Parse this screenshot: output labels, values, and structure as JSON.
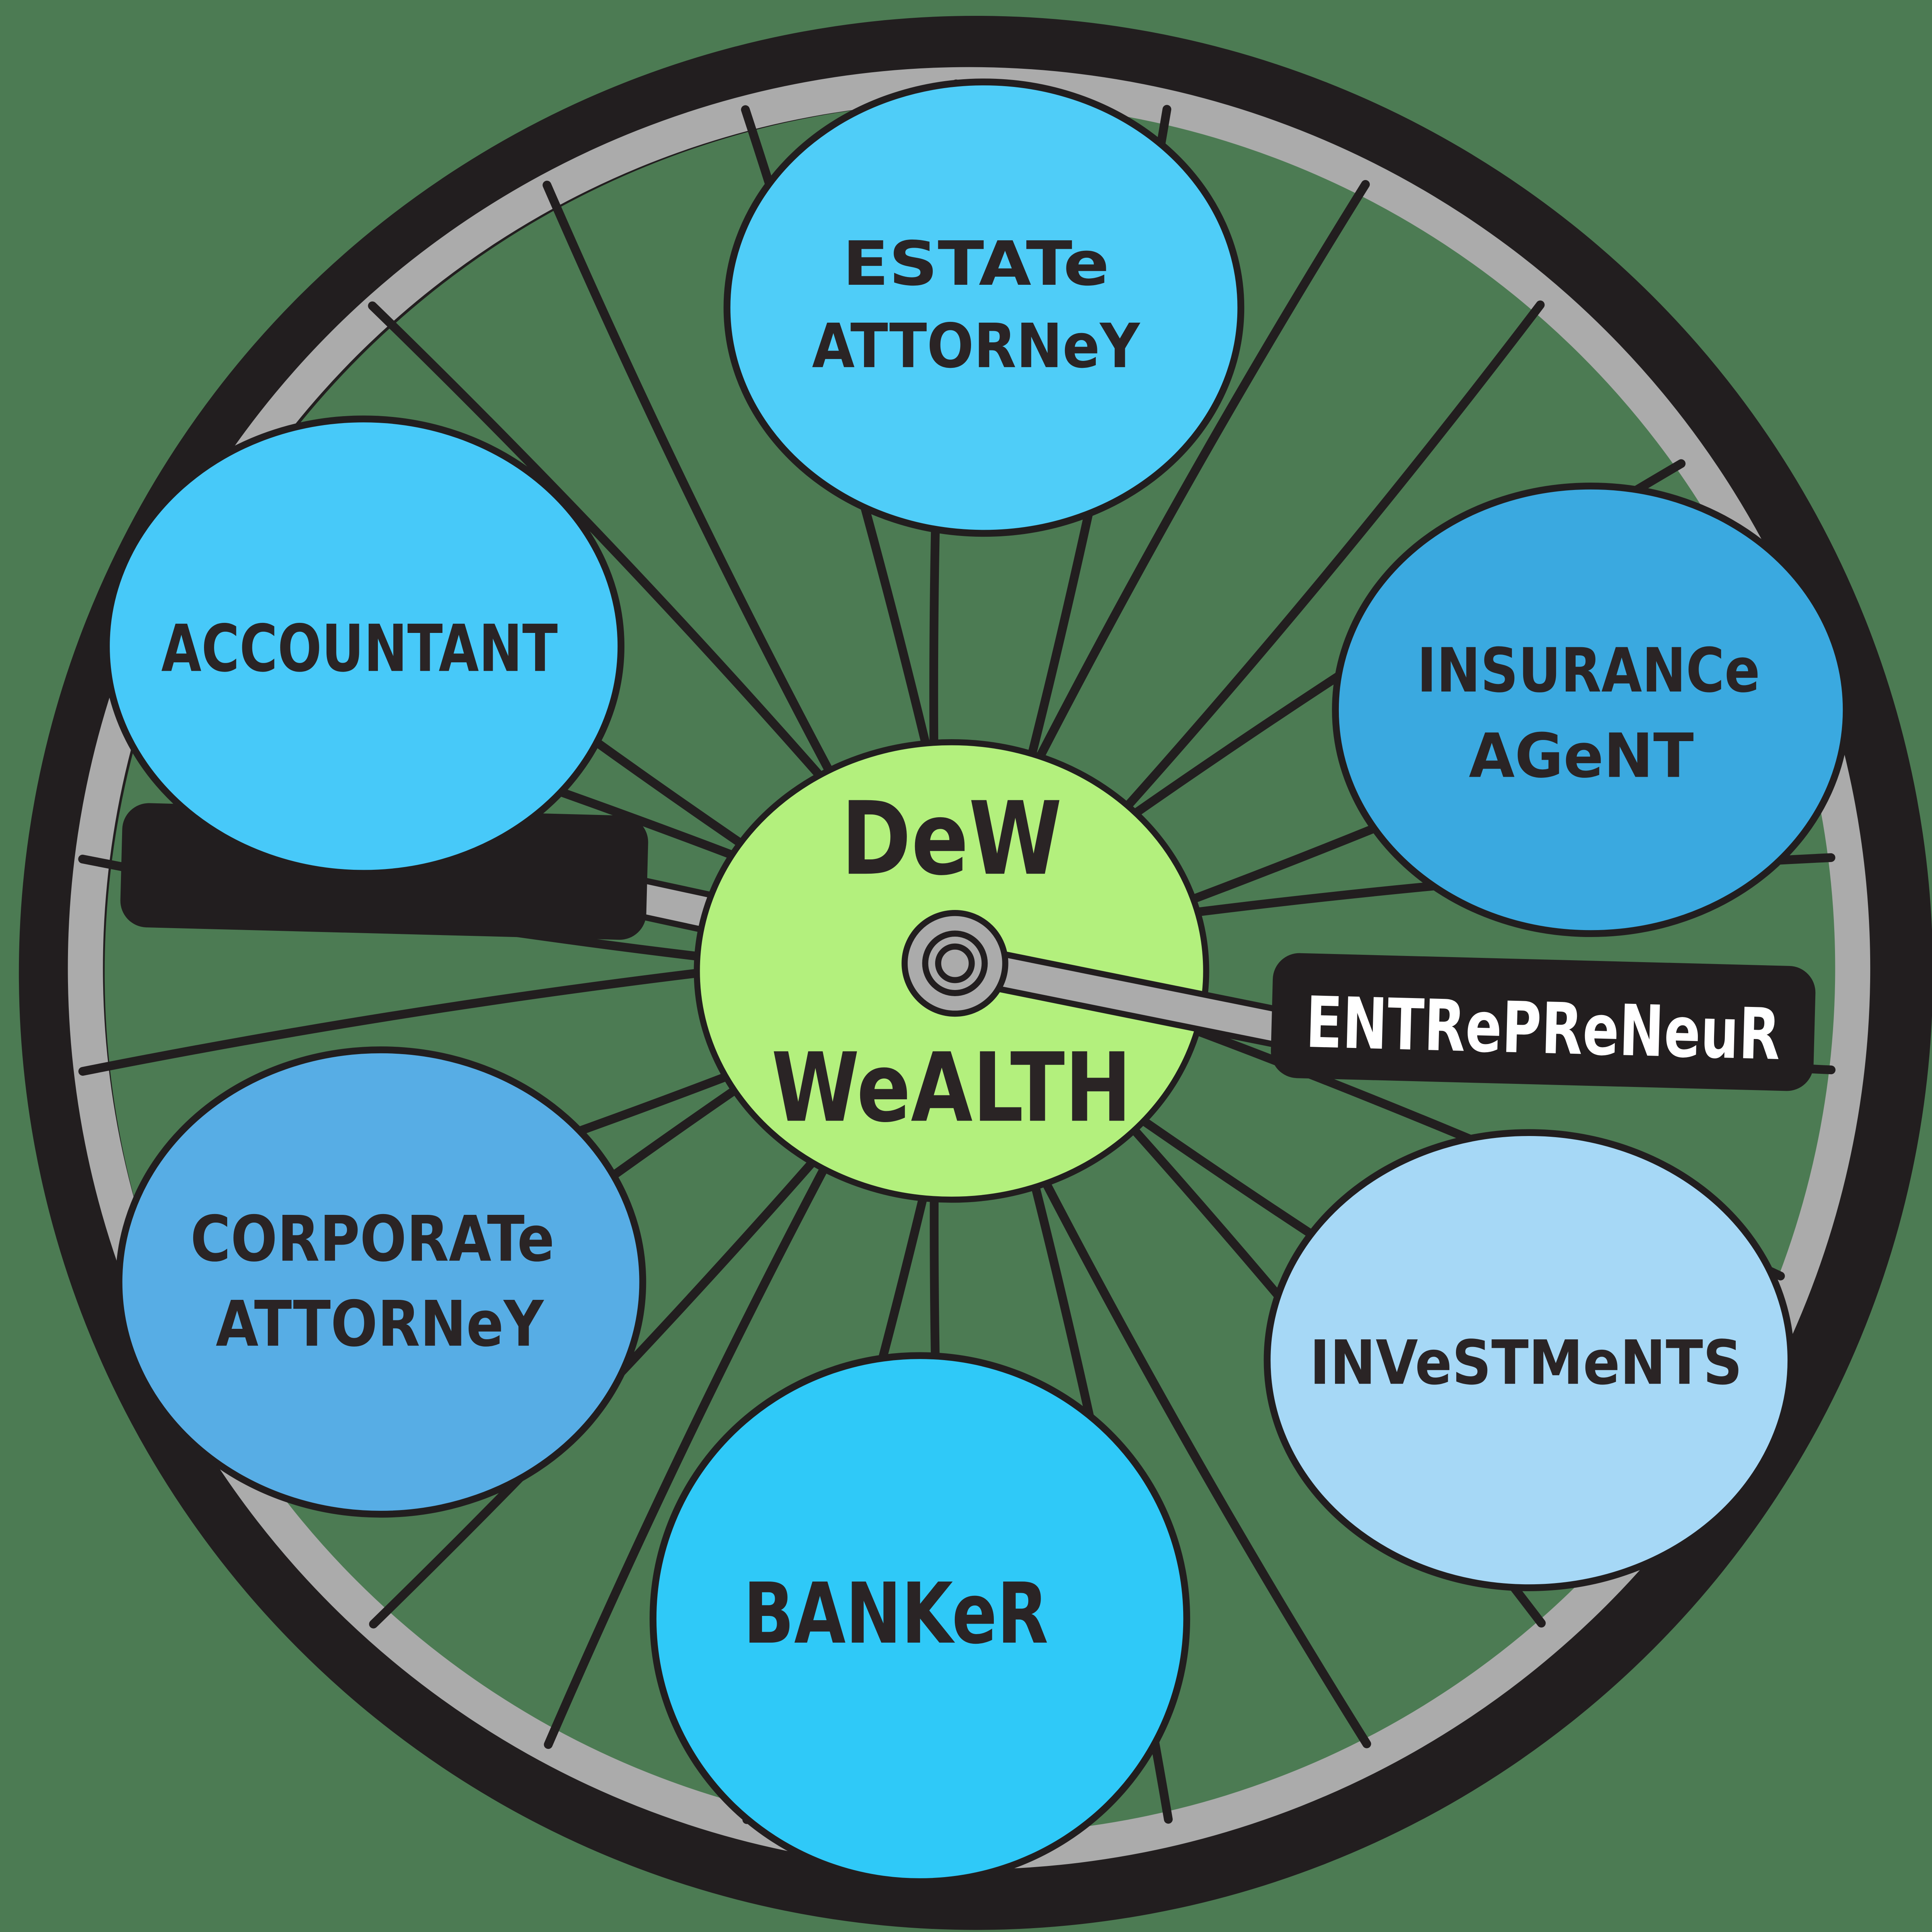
{
  "background_color": "#4C7B53",
  "wheel": {
    "tire_color": "#221E1F",
    "rim_color": "#ABABAB",
    "spoke_color": "#221E1F",
    "spoke_count": 26
  },
  "hub": {
    "line1": "DeW",
    "line2": "WeALTH",
    "fill": "#B3F07D",
    "outline": "#221E1F",
    "text_color": "#2A2425",
    "axle_color": "#ABABAB"
  },
  "crank": {
    "color": "#ABABAB",
    "outline": "#221E1F"
  },
  "pedal": {
    "label": "ENTRePReNeuR",
    "fill": "#221E1F",
    "text_color": "#FFFFFF"
  },
  "nodes": [
    {
      "id": "estate-attorney",
      "lines": [
        "ESTATe",
        "ATTORNeY"
      ],
      "fill": "#4FCDF8"
    },
    {
      "id": "insurance-agent",
      "lines": [
        "INSURANCe",
        "AGeNT"
      ],
      "fill": "#3AA9E0"
    },
    {
      "id": "investments",
      "lines": [
        "INVeSTMeNTS"
      ],
      "fill": "#A6D8F6"
    },
    {
      "id": "banker",
      "lines": [
        "BANKeR"
      ],
      "fill": "#2FC9F8"
    },
    {
      "id": "corporate-attorney",
      "lines": [
        "CORPORATe",
        "ATTORNeY"
      ],
      "fill": "#57ADE5"
    },
    {
      "id": "accountant",
      "lines": [
        "ACCOUNTANT"
      ],
      "fill": "#47C9F9"
    }
  ]
}
